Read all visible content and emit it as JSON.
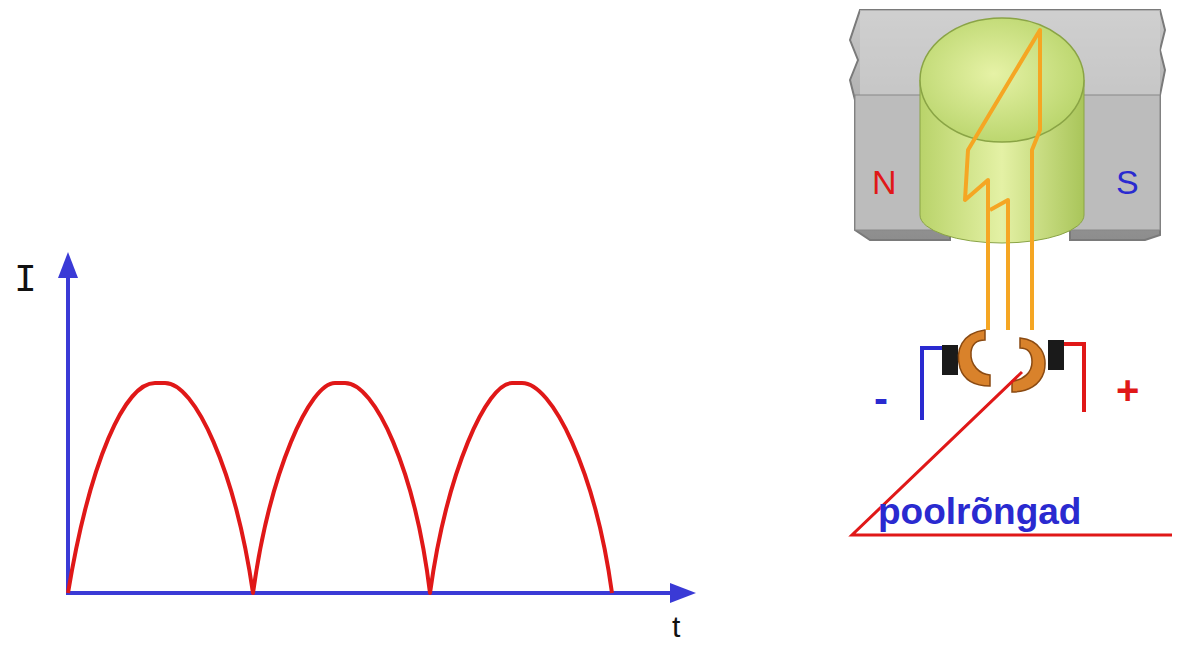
{
  "diagram": {
    "labels": [
      "I",
      "t",
      "N",
      "S",
      "-",
      "+",
      "poolrõngad"
    ]
  }
}
